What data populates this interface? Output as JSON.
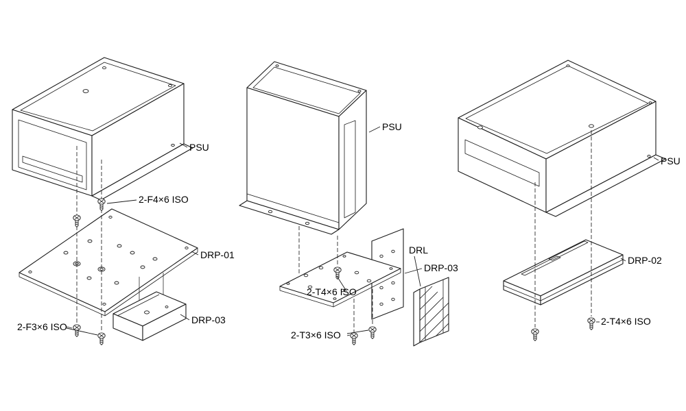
{
  "diagrams": {
    "left": {
      "psu_label": "PSU",
      "screws_top_label": "2-F4×6 ISO",
      "plate_label": "DRP-01",
      "bracket_label": "DRP-03",
      "screws_bottom_label": "2-F3×6 ISO"
    },
    "middle": {
      "psu_label": "PSU",
      "rail_label": "DRL",
      "bracket_label": "DRP-03",
      "screws_top_label": "2-T4×6 ISO",
      "screws_bottom_label": "2-T3×6 ISO"
    },
    "right": {
      "psu_label": "PSU",
      "bracket_label": "DRP-02",
      "screws_label": "2-T4×6 ISO"
    }
  }
}
